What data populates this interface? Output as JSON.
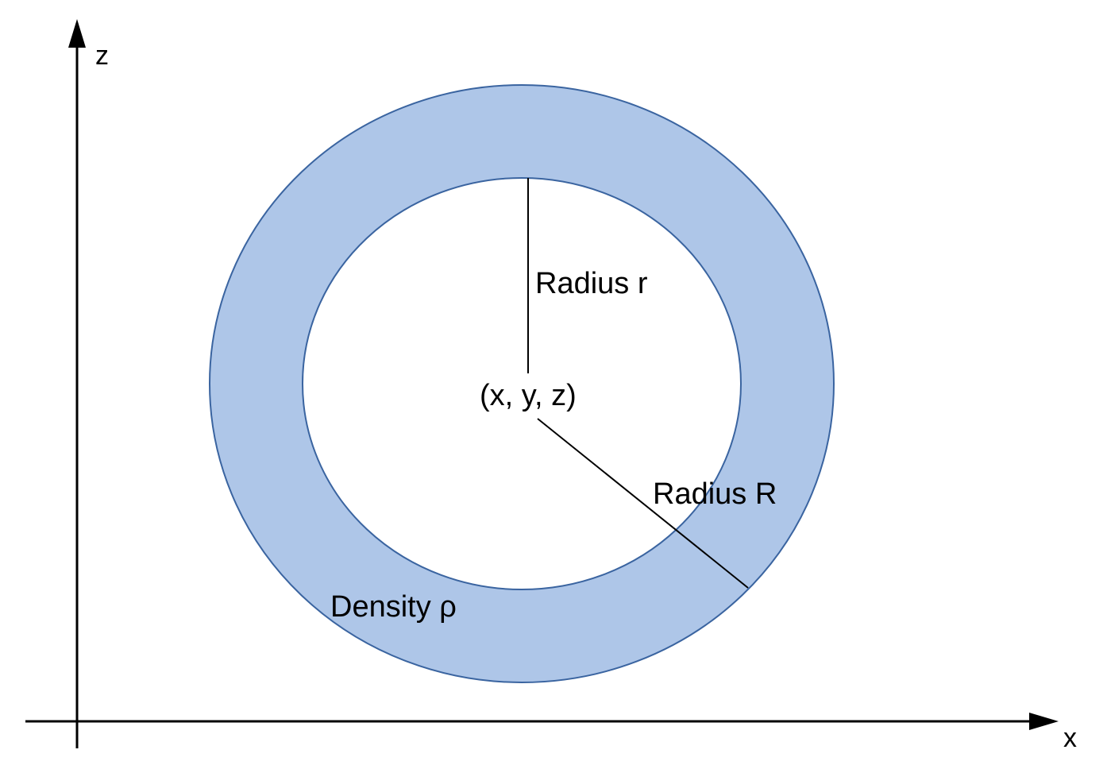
{
  "axes": {
    "vertical_label": "z",
    "horizontal_label": "x"
  },
  "labels": {
    "inner_radius": "Radius r",
    "outer_radius": "Radius R",
    "center": "(x, y, z)",
    "density": "Density ρ"
  },
  "colors": {
    "shell_fill": "#aec6e8",
    "shell_stroke": "#3a64a0",
    "line": "#000000",
    "background": "#ffffff"
  }
}
